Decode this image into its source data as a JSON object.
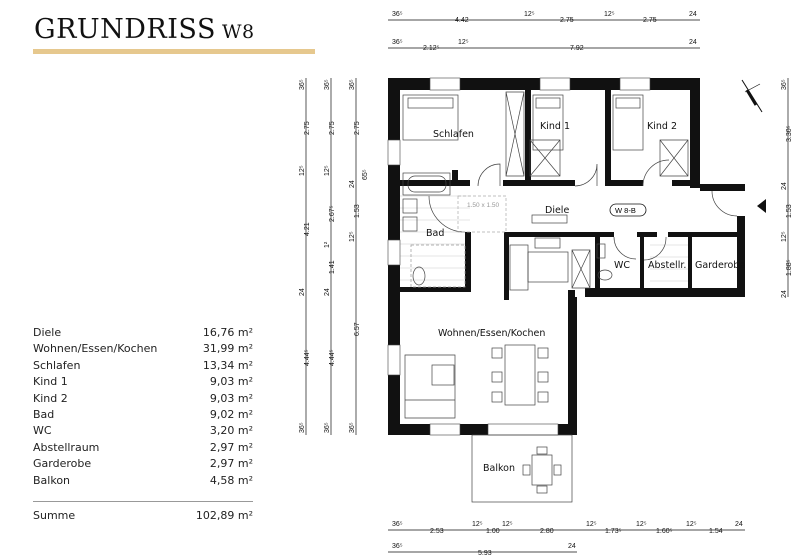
{
  "title": {
    "main": "GRUNDRISS",
    "unit": "W8"
  },
  "areas": [
    {
      "room": "Diele",
      "area": "16,76 m²"
    },
    {
      "room": "Wohnen/Essen/Kochen",
      "area": "31,99 m²"
    },
    {
      "room": "Schlafen",
      "area": "13,34 m²"
    },
    {
      "room": "Kind 1",
      "area": "9,03 m²"
    },
    {
      "room": "Kind 2",
      "area": "9,03 m²"
    },
    {
      "room": "Bad",
      "area": "9,02 m²"
    },
    {
      "room": "WC",
      "area": "3,20 m²"
    },
    {
      "room": "Abstellraum",
      "area": "2,97 m²"
    },
    {
      "room": "Garderobe",
      "area": "2,97 m²"
    },
    {
      "room": "Balkon",
      "area": "4,58 m²"
    }
  ],
  "total": {
    "label": "Summe",
    "area": "102,89 m²"
  },
  "plan": {
    "rooms": {
      "schlafen": "Schlafen",
      "kind1": "Kind 1",
      "kind2": "Kind 2",
      "diele": "Diele",
      "bad": "Bad",
      "wc": "WC",
      "abstell": "Abstellr.",
      "garderobe": "Garderobe",
      "wohnen": "Wohnen/Essen/Kochen",
      "balkon": "Balkon"
    },
    "unit_tag": "W 8-B",
    "turning_circle": "1.50 x 1.50"
  },
  "dimensions": {
    "top1": [
      "36⁵",
      "4.42",
      "12⁵",
      "2.75",
      "12⁵",
      "2.75",
      "24"
    ],
    "top2": [
      "36⁵",
      "2.12⁵",
      "12⁵",
      "7.92",
      "24"
    ],
    "bottom1": [
      "36⁵",
      "2.53",
      "12⁵",
      "1.00",
      "12⁵",
      "2.80",
      "12⁵",
      "1.73⁵",
      "12⁵",
      "1.60⁵",
      "12⁵",
      "1.54",
      "24"
    ],
    "bottom2": [
      "36⁵",
      "5.93",
      "24"
    ],
    "left1": [
      "36⁵",
      "2.75",
      "12⁵",
      "4.21",
      "24",
      "4.44⁵",
      "36⁵"
    ],
    "left2": [
      "36⁵",
      "2.75",
      "12⁵",
      "2.67⁵",
      "1²",
      "1.41",
      "24",
      "4.44⁵",
      "36⁵"
    ],
    "left3": [
      "36⁵",
      "2.75",
      "24",
      "65⁵",
      "1.53",
      "12⁵",
      "6.57",
      "36⁵"
    ],
    "right": [
      "36⁵",
      "3.30⁵",
      "24",
      "1.53",
      "12⁵",
      "1.88⁵",
      "24"
    ]
  }
}
